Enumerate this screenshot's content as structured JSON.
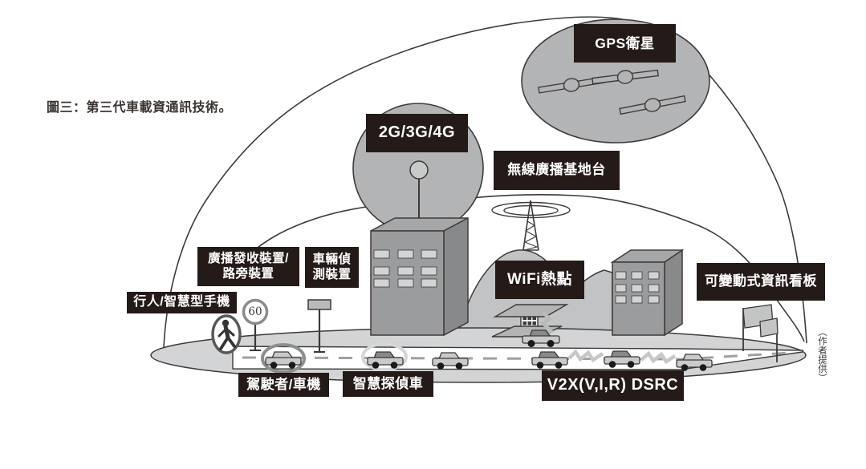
{
  "figure": {
    "caption": "圖三：第三代車載資通訊技術。",
    "credit": "（作者提供）"
  },
  "labels": {
    "gps_satellite": "GPS衛星",
    "cellular": "2G/3G/4G",
    "broadcast_station": "無線廣播基地台",
    "roadside_unit": "廣播發收裝置/\n路旁裝置",
    "vehicle_detector": "車輛偵\n測裝置",
    "wifi_hotspot": "WiFi熱點",
    "variable_message_sign": "可變動式資訊看板",
    "pedestrian_smartphone": "行人/智慧型手機",
    "driver_obu": "駕駛者/車機",
    "smart_probe_car": "智慧探偵車",
    "v2x_dsrc": "V2X(V,I,R) DSRC"
  },
  "speed_sign": {
    "value": "60"
  },
  "scene": {
    "satellite_count": 3,
    "road_car_count": 6,
    "wifi_car_count": 1
  },
  "icons": {
    "satellite": "satellite-icon",
    "cellular_antenna": "cellular-antenna-icon",
    "broadcast_tower": "broadcast-tower-icon",
    "car": "car-icon",
    "pedestrian": "pedestrian-icon",
    "signal_bolt": "signal-bolt-icon"
  },
  "colors": {
    "label_bg": "#241b18",
    "label_text": "#ffffff",
    "coverage_gray": "#b3b4b5",
    "ground_gray": "#d3d4d5",
    "car_gray": "#c9caca",
    "outline": "#3e3a39"
  }
}
